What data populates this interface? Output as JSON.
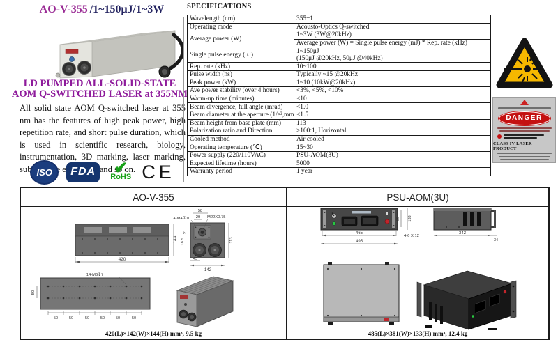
{
  "header": {
    "product_code": "AO-V-355",
    "product_suffix": "/1~150μJ/1~3W",
    "title_line1": "LD PUMPED ALL-SOLID-STATE",
    "title_line2": "AOM Q-SWITCHED LASER at 355NM"
  },
  "intro": {
    "paragraph": "All solid state AOM Q-switched laser at 355 nm has the features of high peak power, high repetition rate, and short pulse duration, which is used in scientific research, biology, instrumentation, 3D marking, laser marking, sub-surface engraving and so on."
  },
  "certs": {
    "iso": "ISO",
    "fda": "FDA",
    "rohs_check": "✔",
    "rohs": "RoHS",
    "ce": "CE"
  },
  "specifications": {
    "title": "SPECIFICATIONS",
    "rows": [
      {
        "label": "Wavelength (nm)",
        "value": "355±1"
      },
      {
        "label": "Operating mode",
        "value": "Acousto-Optics Q-switched"
      },
      {
        "label": "Average power (W)",
        "value": "1~3W (3W@20kHz)"
      },
      {
        "label": "",
        "value": "Average power (W) = Single pulse energy (mJ) * Rep. rate (kHz)"
      },
      {
        "label": "Single pulse energy (μJ)",
        "value": "1~150μJ",
        "value2": "(150μJ @20kHz, 50μJ @40kHz)"
      },
      {
        "label": "Rep. rate (kHz)",
        "value": "10~100"
      },
      {
        "label": "Pulse width (ns)",
        "value": "Typically ~15 @20kHz"
      },
      {
        "label": "Peak power (kW)",
        "value": "1~10 (10kW@20kHz)"
      },
      {
        "label": "Ave power stability (over 4 hours)",
        "value": "<3%, <5%, <10%"
      },
      {
        "label": "Warm-up time (minutes)",
        "value": "<10"
      },
      {
        "label": "Beam divergence, full angle (mrad)",
        "value": "<1.0"
      },
      {
        "label": "Beam diameter at the aperture (1/e²,mm)",
        "value": "<1.5"
      },
      {
        "label": "Beam height from base plate (mm)",
        "value": "113"
      },
      {
        "label": "Polarization ratio and Direction",
        "value": ">100:1, Horizontal"
      },
      {
        "label": "Cooled method",
        "value": "Air cooled"
      },
      {
        "label": "Operating temperature (℃)",
        "value": "15~30"
      },
      {
        "label": "Power supply (220/110VAC)",
        "value": "PSU-AOM(3U)"
      },
      {
        "label": "Expected lifetime (hours)",
        "value": "5000"
      },
      {
        "label": "Warranty period",
        "value": "1 year"
      }
    ]
  },
  "safety": {
    "danger": "DANGER",
    "class_label": "CLASS IV LASER PRODUCT"
  },
  "panels": {
    "laser": {
      "title": "AO-V-355",
      "caption": "420(L)×142(W)×144(H) mm³, 9.5 kg",
      "dims": {
        "length": "420",
        "height": "144",
        "front_mount": "4-M4↧10",
        "top_width": "58",
        "aperture_offset": "29",
        "thread": "M22X0.75",
        "edge_offset": "21",
        "aperture_height": "18.5",
        "beam_height": "113",
        "fan_offset": "45",
        "width": "142",
        "bottom_mount": "14-M6↧7",
        "hole_pitch": "50"
      }
    },
    "psu": {
      "title": "PSU-AOM(3U)",
      "caption": "485(L)×381(W)×133(H) mm³, 12.4 kg",
      "dims": {
        "inner_width": "465",
        "outer_width": "495",
        "mount_hole": "4-6 X 12",
        "inner_height": "88",
        "outer_height": "133",
        "depth": "342",
        "handle": "34"
      }
    }
  },
  "colors": {
    "heading_purple": "#8e1a9b",
    "product_purple": "#9b2d96",
    "suffix_navy": "#232360",
    "danger_red": "#c41111",
    "warning_yellow": "#f6b800",
    "rohs_green": "#17a017",
    "badge_navy": "#15356e"
  }
}
